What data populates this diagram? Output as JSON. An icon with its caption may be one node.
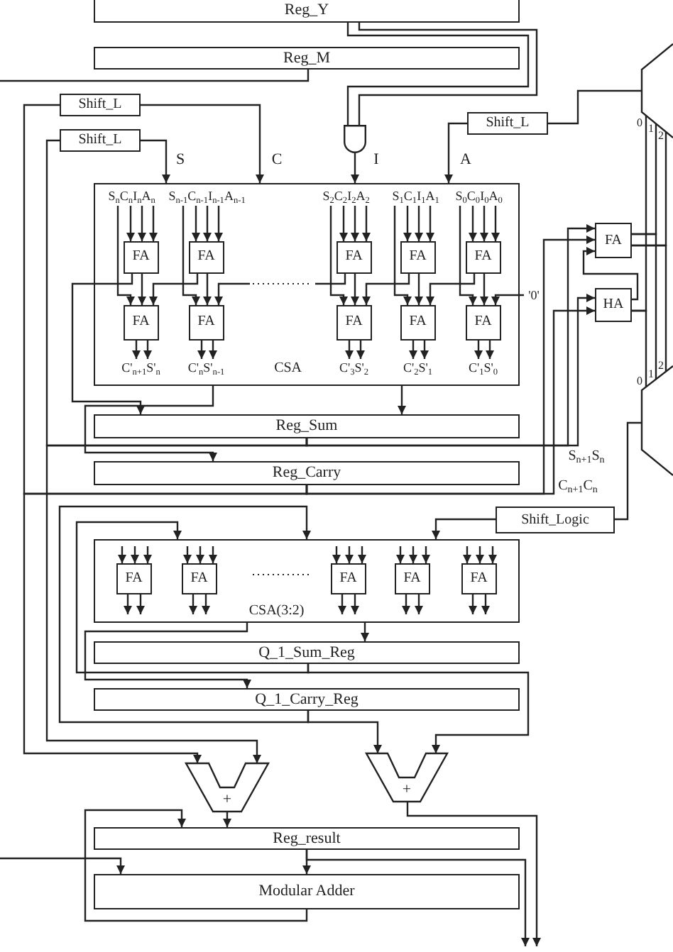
{
  "diagram": {
    "nodes": [
      {
        "text": [
          "Reg_Y"
        ]
      },
      {
        "text": [
          "Reg_M"
        ]
      },
      {
        "text": [
          "Shift_L"
        ]
      },
      {
        "text": [
          "Shift_L"
        ]
      },
      {
        "text": [],
        "shape": "gate"
      },
      {
        "text": [
          "Shift_L"
        ]
      },
      {
        "text": [],
        "shape": "trapezoid"
      },
      {
        "text": [
          "CSA"
        ]
      },
      {
        "text": [
          "S$_{n}$C$_{n}$I$_{n}$A$_{n}$"
        ],
        "in": 7
      },
      {
        "text": [
          "S$_{n-1}$C$_{n-1}$I$_{n-1}$A$_{n-1}$"
        ],
        "in": 7
      },
      {
        "text": [
          "S$_{2}$C$_{2}$I$_{2}$A$_{2}$"
        ],
        "in": 7
      },
      {
        "text": [
          "S$_{1}$C$_{1}$I$_{1}$A$_{1}$"
        ],
        "in": 7
      },
      {
        "text": [
          "S$_{0}$C$_{0}$I$_{0}$A$_{0}$"
        ],
        "in": 7
      },
      {
        "text": [
          "FA"
        ],
        "in": 7
      },
      {
        "text": [
          "FA"
        ],
        "in": 7
      },
      {
        "text": [
          "FA"
        ],
        "in": 7
      },
      {
        "text": [
          "FA"
        ],
        "in": 7
      },
      {
        "text": [
          "FA"
        ],
        "in": 7
      },
      {
        "text": [
          "FA"
        ],
        "in": 7
      },
      {
        "text": [
          "FA"
        ],
        "in": 7
      },
      {
        "text": [
          "FA"
        ],
        "in": 7
      },
      {
        "text": [
          "FA"
        ],
        "in": 7
      },
      {
        "text": [
          "FA"
        ],
        "in": 7
      },
      {
        "text": [
          "C'$_{n+1}$S'$_{n}$"
        ],
        "in": 7
      },
      {
        "text": [
          "C'$_{n}$S'$_{n-1}$"
        ],
        "in": 7
      },
      {
        "text": [
          "C'$_{3}$S'$_{2}$"
        ],
        "in": 7
      },
      {
        "text": [
          "C'$_{2}$S'$_{1}$"
        ],
        "in": 7
      },
      {
        "text": [
          "C'$_{1}$S'$_{0}$"
        ],
        "in": 7
      },
      {
        "text": [
          "'0'"
        ]
      },
      {
        "text": [
          "FA"
        ]
      },
      {
        "text": [
          "HA"
        ]
      },
      {
        "text": [],
        "shape": "trapezoid"
      },
      {
        "text": [
          "Reg_Sum"
        ]
      },
      {
        "text": [
          "Reg_Carry"
        ]
      },
      {
        "text": [
          "Shift_Logic"
        ]
      },
      {
        "text": [
          "CSA(3:2)"
        ]
      },
      {
        "text": [
          "FA"
        ],
        "in": 35
      },
      {
        "text": [
          "FA"
        ],
        "in": 35
      },
      {
        "text": [
          "FA"
        ],
        "in": 35
      },
      {
        "text": [
          "FA"
        ],
        "in": 35
      },
      {
        "text": [
          "FA"
        ],
        "in": 35
      },
      {
        "text": [
          "Q_1_Sum_Reg"
        ]
      },
      {
        "text": [
          "Q_1_Carry_Reg"
        ]
      },
      {
        "text": [
          "+"
        ]
      },
      {
        "text": [
          "+"
        ]
      },
      {
        "text": [
          "Reg_result"
        ]
      },
      {
        "text": [
          "Modular Adder"
        ]
      }
    ],
    "edges": [
      {
        "from": 0,
        "to": 4,
        "arrow": "none"
      },
      {
        "from": 0,
        "to": 4,
        "arrow": "none"
      },
      {
        "from": 1,
        "to": null,
        "arrow": "none"
      },
      {
        "from": 4,
        "to": 7,
        "arrow": "to",
        "label": "I"
      },
      {
        "from": 2,
        "to": 7,
        "arrow": "to",
        "label": "C"
      },
      {
        "from": 3,
        "to": 7,
        "arrow": "to",
        "label": "S"
      },
      {
        "from": 5,
        "to": 7,
        "arrow": "to",
        "label": "A"
      },
      {
        "from": 6,
        "to": 5,
        "arrow": "none"
      },
      {
        "from": 8,
        "to": 13,
        "arrow": "to"
      },
      {
        "from": 8,
        "to": 13,
        "arrow": "to"
      },
      {
        "from": 8,
        "to": 13,
        "arrow": "to"
      },
      {
        "from": 8,
        "to": 18,
        "arrow": "to"
      },
      {
        "from": 13,
        "to": 18,
        "arrow": "to"
      },
      {
        "from": 18,
        "to": 23,
        "arrow": "to"
      },
      {
        "from": 18,
        "to": 23,
        "arrow": "to"
      },
      {
        "from": 9,
        "to": 14,
        "arrow": "to"
      },
      {
        "from": 9,
        "to": 14,
        "arrow": "to"
      },
      {
        "from": 9,
        "to": 14,
        "arrow": "to"
      },
      {
        "from": 9,
        "to": 19,
        "arrow": "to"
      },
      {
        "from": 14,
        "to": 19,
        "arrow": "to"
      },
      {
        "from": 19,
        "to": 24,
        "arrow": "to"
      },
      {
        "from": 19,
        "to": 24,
        "arrow": "to"
      },
      {
        "from": 10,
        "to": 15,
        "arrow": "to"
      },
      {
        "from": 10,
        "to": 15,
        "arrow": "to"
      },
      {
        "from": 10,
        "to": 15,
        "arrow": "to"
      },
      {
        "from": 10,
        "to": 20,
        "arrow": "to"
      },
      {
        "from": 15,
        "to": 20,
        "arrow": "to"
      },
      {
        "from": 20,
        "to": 25,
        "arrow": "to"
      },
      {
        "from": 20,
        "to": 25,
        "arrow": "to"
      },
      {
        "from": 11,
        "to": 16,
        "arrow": "to"
      },
      {
        "from": 11,
        "to": 16,
        "arrow": "to"
      },
      {
        "from": 11,
        "to": 16,
        "arrow": "to"
      },
      {
        "from": 11,
        "to": 21,
        "arrow": "to"
      },
      {
        "from": 16,
        "to": 21,
        "arrow": "to"
      },
      {
        "from": 21,
        "to": 26,
        "arrow": "to"
      },
      {
        "from": 21,
        "to": 26,
        "arrow": "to"
      },
      {
        "from": 12,
        "to": 17,
        "arrow": "to"
      },
      {
        "from": 12,
        "to": 17,
        "arrow": "to"
      },
      {
        "from": 12,
        "to": 17,
        "arrow": "to"
      },
      {
        "from": 12,
        "to": 22,
        "arrow": "to"
      },
      {
        "from": 17,
        "to": 22,
        "arrow": "to"
      },
      {
        "from": 22,
        "to": 27,
        "arrow": "to"
      },
      {
        "from": 22,
        "to": 27,
        "arrow": "to"
      },
      {
        "from": 13,
        "to": 32,
        "arrow": "to"
      },
      {
        "from": 14,
        "to": 18,
        "arrow": "to"
      },
      {
        "from": 15,
        "to": null,
        "arrow": "none"
      },
      {
        "from": 16,
        "to": 20,
        "arrow": "to"
      },
      {
        "from": 17,
        "to": 21,
        "arrow": "to"
      },
      {
        "from": null,
        "to": 19,
        "arrow": "to"
      },
      {
        "from": 28,
        "to": 22,
        "arrow": "to"
      },
      {
        "from": 7,
        "to": 32,
        "arrow": "to"
      },
      {
        "from": 7,
        "to": 33,
        "arrow": "to"
      },
      {
        "from": 32,
        "to": 3,
        "arrow": "none"
      },
      {
        "from": 32,
        "to": 43,
        "arrow": "to"
      },
      {
        "from": 32,
        "to": 29,
        "arrow": "to"
      },
      {
        "from": 32,
        "to": 30,
        "arrow": "to"
      },
      {
        "from": 33,
        "to": 2,
        "arrow": "none"
      },
      {
        "from": 33,
        "to": 43,
        "arrow": "to"
      },
      {
        "from": 33,
        "to": 29,
        "arrow": "to"
      },
      {
        "from": 33,
        "to": 30,
        "arrow": "to"
      },
      {
        "from": 30,
        "to": 29,
        "arrow": "to"
      },
      {
        "from": 29,
        "to": 6,
        "arrow": "none"
      },
      {
        "from": 29,
        "to": 31,
        "arrow": "none"
      },
      {
        "from": 29,
        "to": 6,
        "arrow": "none"
      },
      {
        "from": 29,
        "to": 31,
        "arrow": "none"
      },
      {
        "from": 30,
        "to": 6,
        "arrow": "none"
      },
      {
        "from": 30,
        "to": 31,
        "arrow": "none"
      },
      {
        "from": 31,
        "to": 34,
        "arrow": "none"
      },
      {
        "from": 34,
        "to": 35,
        "arrow": "to"
      },
      {
        "from": null,
        "to": 36,
        "arrow": "to"
      },
      {
        "from": null,
        "to": 36,
        "arrow": "to"
      },
      {
        "from": null,
        "to": 36,
        "arrow": "to"
      },
      {
        "from": 36,
        "to": null,
        "arrow": "to"
      },
      {
        "from": 36,
        "to": null,
        "arrow": "to"
      },
      {
        "from": null,
        "to": 37,
        "arrow": "to"
      },
      {
        "from": null,
        "to": 37,
        "arrow": "to"
      },
      {
        "from": null,
        "to": 37,
        "arrow": "to"
      },
      {
        "from": 37,
        "to": null,
        "arrow": "to"
      },
      {
        "from": 37,
        "to": null,
        "arrow": "to"
      },
      {
        "from": null,
        "to": 38,
        "arrow": "to"
      },
      {
        "from": null,
        "to": 38,
        "arrow": "to"
      },
      {
        "from": null,
        "to": 38,
        "arrow": "to"
      },
      {
        "from": 38,
        "to": null,
        "arrow": "to"
      },
      {
        "from": 38,
        "to": null,
        "arrow": "to"
      },
      {
        "from": null,
        "to": 39,
        "arrow": "to"
      },
      {
        "from": null,
        "to": 39,
        "arrow": "to"
      },
      {
        "from": null,
        "to": 39,
        "arrow": "to"
      },
      {
        "from": 39,
        "to": null,
        "arrow": "to"
      },
      {
        "from": 39,
        "to": null,
        "arrow": "to"
      },
      {
        "from": null,
        "to": 40,
        "arrow": "to"
      },
      {
        "from": null,
        "to": 40,
        "arrow": "to"
      },
      {
        "from": null,
        "to": 40,
        "arrow": "to"
      },
      {
        "from": 40,
        "to": null,
        "arrow": "to"
      },
      {
        "from": 40,
        "to": null,
        "arrow": "to"
      },
      {
        "from": 35,
        "to": 41,
        "arrow": "to"
      },
      {
        "from": 35,
        "to": 42,
        "arrow": "to"
      },
      {
        "from": 41,
        "to": 35,
        "arrow": "to"
      },
      {
        "from": 41,
        "to": 44,
        "arrow": "to"
      },
      {
        "from": 42,
        "to": 35,
        "arrow": "to"
      },
      {
        "from": 42,
        "to": 44,
        "arrow": "to"
      },
      {
        "from": 43,
        "to": 45,
        "arrow": "to"
      },
      {
        "from": 44,
        "to": null,
        "arrow": "to"
      },
      {
        "from": 45,
        "to": 46,
        "arrow": "to"
      },
      {
        "from": 45,
        "to": null,
        "arrow": "to"
      },
      {
        "from": 46,
        "to": 45,
        "arrow": "to"
      },
      {
        "from": null,
        "to": 46,
        "arrow": "to"
      }
    ],
    "labels": [
      "0",
      "1",
      "2",
      "0",
      "1",
      "2",
      "S$_{n+1}$S$_{n}$",
      "C$_{n+1}$C$_{n}$"
    ]
  }
}
